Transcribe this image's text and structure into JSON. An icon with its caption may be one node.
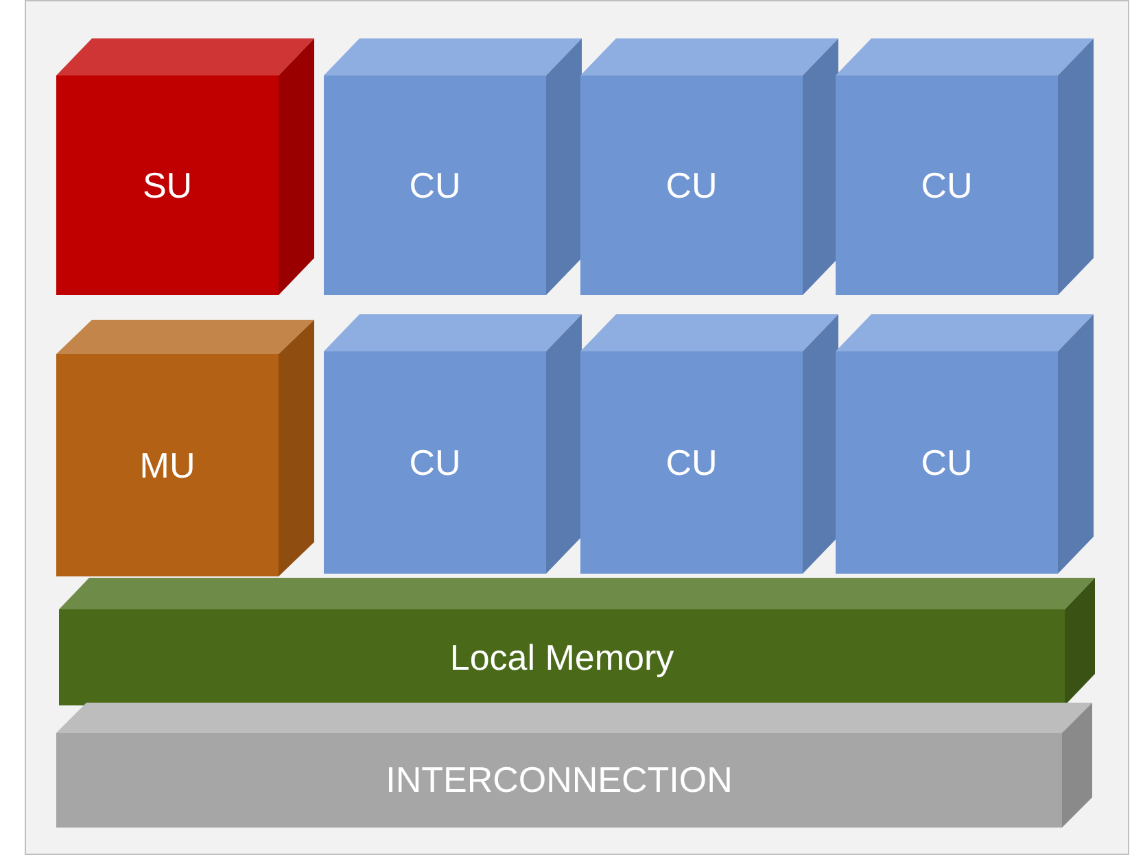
{
  "diagram": {
    "nodes": [
      {
        "text": [
          "SU"
        ]
      },
      {
        "text": [
          "CU"
        ]
      },
      {
        "text": [
          "CU"
        ]
      },
      {
        "text": [
          "CU"
        ]
      },
      {
        "text": [
          "MU"
        ]
      },
      {
        "text": [
          "CU"
        ]
      },
      {
        "text": [
          "CU"
        ]
      },
      {
        "text": [
          "CU"
        ]
      },
      {
        "text": [
          "Local Memory"
        ]
      },
      {
        "text": [
          "INTERCONNECTION"
        ]
      }
    ]
  }
}
